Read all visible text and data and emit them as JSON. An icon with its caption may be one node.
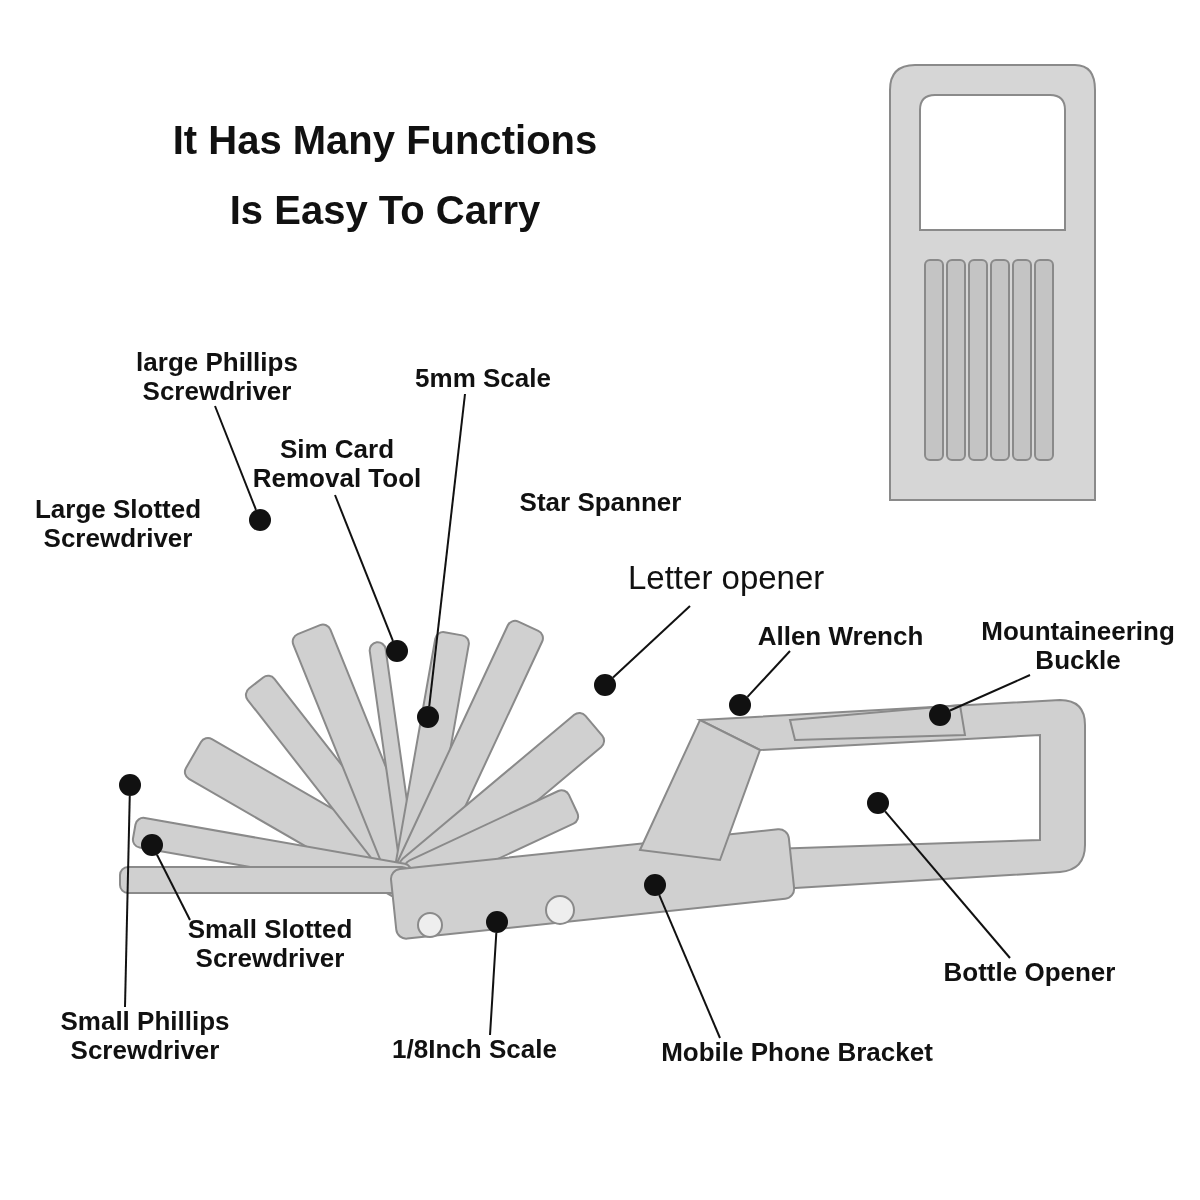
{
  "diagram": {
    "title": "It Has Many Functions Is Easy To Carry",
    "nodes": [
      {
        "text": [
          "large Phillips Screwdriver"
        ]
      },
      {
        "text": [
          "5mm Scale"
        ]
      },
      {
        "text": [
          "Sim Card Removal Tool"
        ]
      },
      {
        "text": [
          "Letter opener"
        ]
      },
      {
        "text": [
          "Allen Wrench"
        ]
      },
      {
        "text": [
          "Mountaineering Buckle"
        ]
      },
      {
        "text": [
          "Small Slotted Screwdriver"
        ]
      },
      {
        "text": [
          "Small Phillips Screwdriver"
        ]
      },
      {
        "text": [
          "1/8Inch Scale"
        ]
      },
      {
        "text": [
          "Mobile Phone Bracket"
        ]
      },
      {
        "text": [
          "Bottle Opener"
        ]
      },
      {
        "text": [],
        "shape": "circle"
      },
      {
        "text": [],
        "shape": "circle"
      },
      {
        "text": [],
        "shape": "circle"
      },
      {
        "text": [],
        "shape": "circle"
      },
      {
        "text": [],
        "shape": "circle"
      },
      {
        "text": [],
        "shape": "circle"
      },
      {
        "text": [],
        "shape": "circle"
      },
      {
        "text": [],
        "shape": "circle"
      },
      {
        "text": [],
        "shape": "circle"
      },
      {
        "text": [],
        "shape": "circle"
      },
      {
        "text": [],
        "shape": "circle"
      }
    ],
    "edges": [
      {
        "from": 0,
        "to": 11,
        "arrow": "none"
      },
      {
        "from": 1,
        "to": 12,
        "arrow": "none"
      },
      {
        "from": 2,
        "to": 13,
        "arrow": "none"
      },
      {
        "from": 3,
        "to": 14,
        "arrow": "none"
      },
      {
        "from": 4,
        "to": 15,
        "arrow": "none"
      },
      {
        "from": 5,
        "to": 16,
        "arrow": "none"
      },
      {
        "from": 6,
        "to": 17,
        "arrow": "none"
      },
      {
        "from": 7,
        "to": 18,
        "arrow": "none"
      },
      {
        "from": 8,
        "to": 19,
        "arrow": "none"
      },
      {
        "from": 9,
        "to": 20,
        "arrow": "none"
      },
      {
        "from": 10,
        "to": 21,
        "arrow": "none"
      }
    ],
    "labels": [
      "Large Slotted Screwdriver",
      "Star Spanner"
    ]
  }
}
